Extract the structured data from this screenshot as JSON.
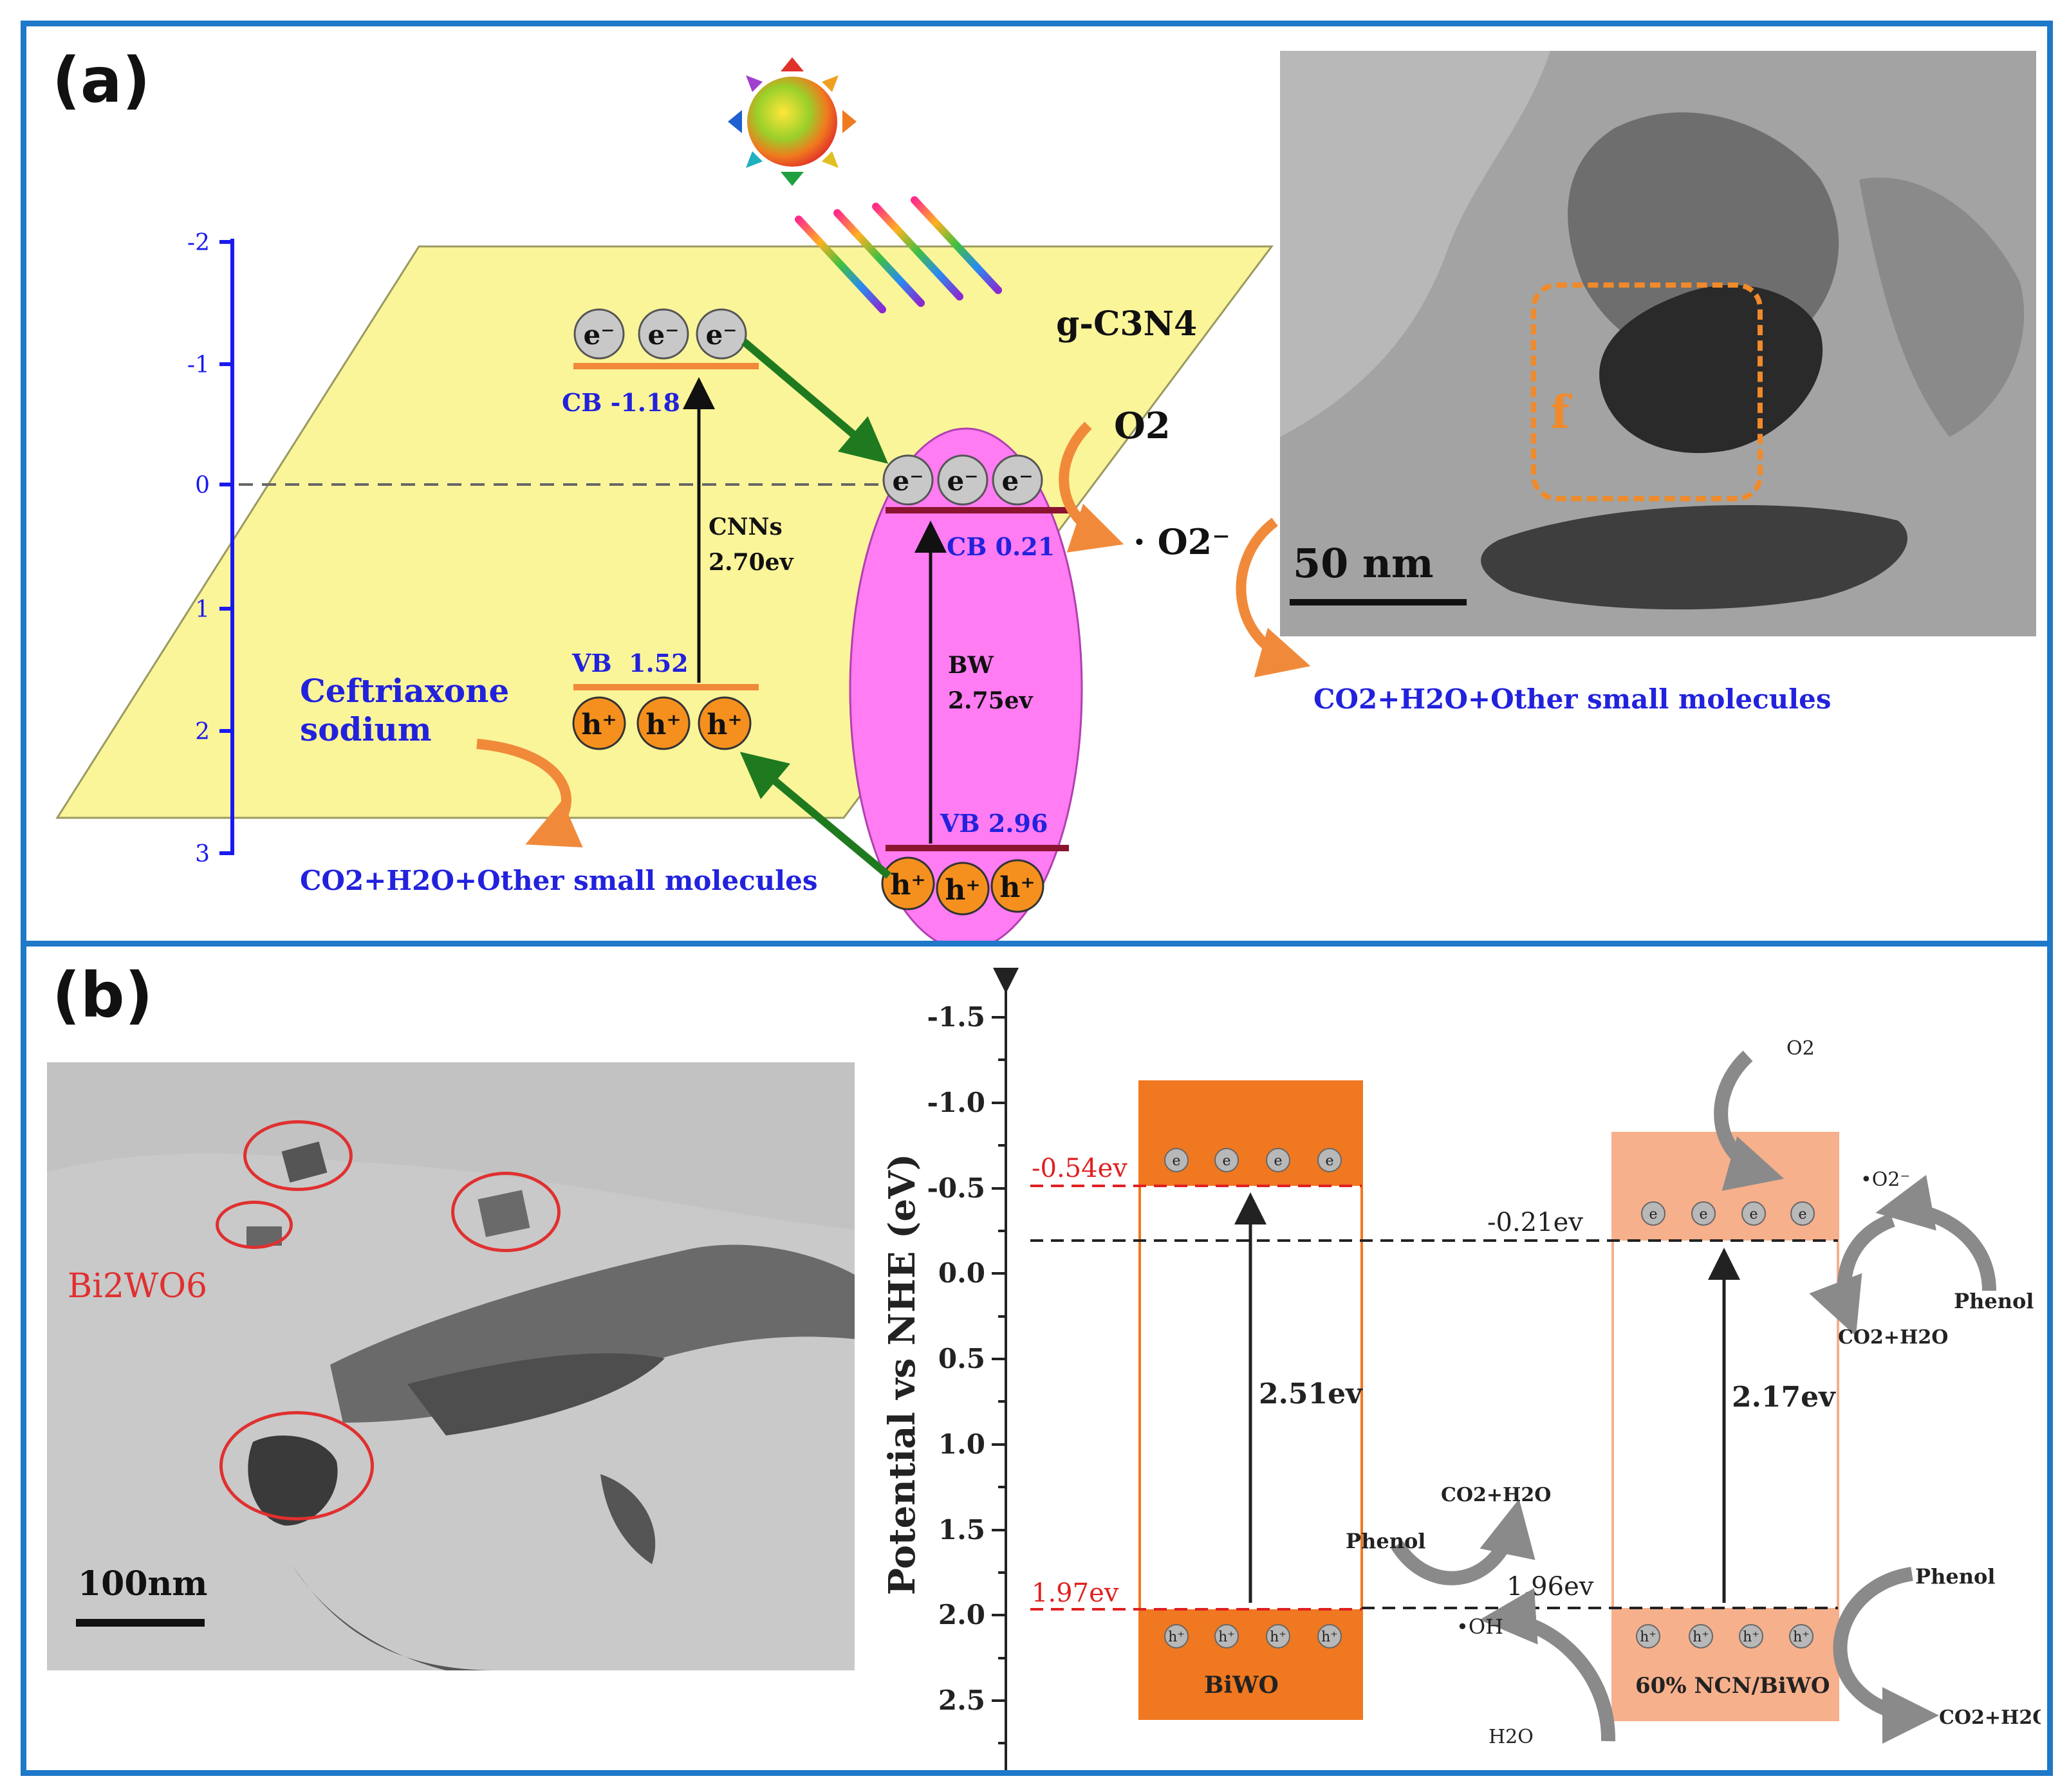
{
  "panel_a": {
    "label": "(a)",
    "axis_ticks": [
      "-2",
      "-1",
      "0",
      "1",
      "2",
      "3"
    ],
    "material_label": "g-C3N4",
    "cnn": {
      "cb_label": "CB -1.18",
      "vb_label": "VB  1.52",
      "gap_name": "CNNs",
      "gap_value": "2.70ev"
    },
    "bw": {
      "cb_label": "CB 0.21",
      "vb_label": "VB 2.96",
      "gap_name": "BW",
      "gap_value": "2.75ev"
    },
    "electron": "e⁻",
    "hole": "h⁺",
    "o2": "O2",
    "superoxide": "· O2⁻",
    "pollutant_line1": "Ceftriaxone",
    "pollutant_line2": "sodium",
    "products_left": "CO2+H2O+Other small molecules",
    "products_right": "CO2+H2O+Other small molecules",
    "tem_scale": "50 nm",
    "tem_marker": "f"
  },
  "panel_b": {
    "label": "(b)",
    "tem_label": "Bi2WO6",
    "tem_scale": "100nm",
    "y_axis_label": "Potential vs NHE (eV)",
    "y_ticks": [
      "-1.5",
      "-1.0",
      "-0.5",
      "0.0",
      "0.5",
      "1.0",
      "1.5",
      "2.0",
      "2.5"
    ],
    "biwo": {
      "name": "BiWO",
      "cb_level": "-0.54ev",
      "vb_level": "1.97ev",
      "gap": "2.51ev"
    },
    "ncn": {
      "name": "60% NCN/BiWO",
      "cb_level": "-0.21ev",
      "vb_level": "1.96ev",
      "gap": "2.17ev"
    },
    "electron": "e",
    "hole": "h⁺",
    "o2": "O2",
    "superoxide": "•O2⁻",
    "hydroxyl": "•OH",
    "h2o": "H2O",
    "phenol": "Phenol",
    "co2h2o": "CO2+H2O"
  }
}
